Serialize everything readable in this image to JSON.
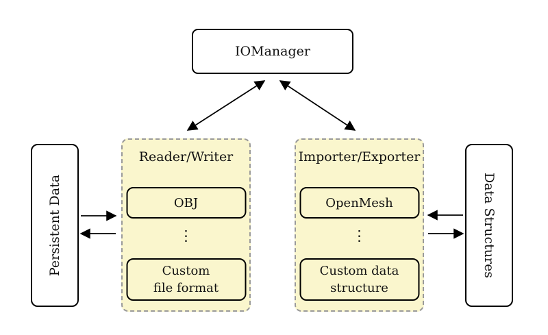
{
  "colors": {
    "group_fill": "#FAF6CD",
    "group_border": "#9a9a9a",
    "node_border": "#000000",
    "canvas_bg": "#ffffff",
    "arrow": "#000000"
  },
  "nodes": {
    "iomanager": "IOManager",
    "persistent_data": "Persistent Data",
    "data_structures": "Data Structures"
  },
  "reader_writer": {
    "title": "Reader/Writer",
    "top_item": "OBJ",
    "dots": "⋮",
    "bottom_item_line1": "Custom",
    "bottom_item_line2": "file format"
  },
  "importer_exporter": {
    "title": "Importer/Exporter",
    "top_item": "OpenMesh",
    "dots": "⋮",
    "bottom_item_line1": "Custom data",
    "bottom_item_line2": "structure"
  }
}
